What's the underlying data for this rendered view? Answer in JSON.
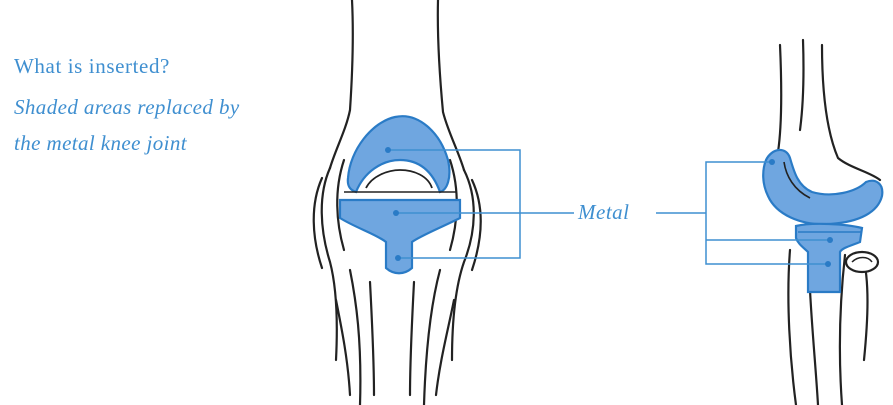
{
  "caption": {
    "question": "What is inserted?",
    "line1": "Shaded areas replaced by",
    "line2": "the metal knee joint"
  },
  "callout_label": "Metal",
  "colors": {
    "implant_fill": "#6fa6e0",
    "implant_stroke": "#2a7bc6",
    "text": "#3f8fd0",
    "leader_line": "#3f8fd0",
    "bone_outline": "#222222"
  }
}
